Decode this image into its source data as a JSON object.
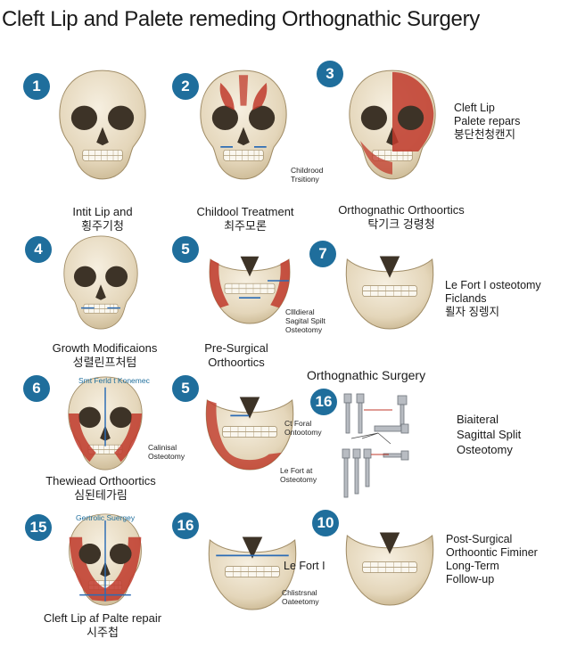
{
  "title": "Cleft Lip and Palete remeding Orthognathic Surgery",
  "colors": {
    "badge": "#1f6e9c",
    "bone": "#e8dcc4",
    "muscle": "#c0392b",
    "screw": "#2a6bb5"
  },
  "panels": [
    {
      "badge": "1",
      "caption": [
        "Intit Lip and",
        "횡주기청"
      ],
      "notes": []
    },
    {
      "badge": "2",
      "caption": [
        "Childool Treatment",
        "최주모론"
      ],
      "notes": [
        "Childrood",
        "Trsitiony"
      ]
    },
    {
      "badge": "3",
      "caption": [
        "Orthognathic Orthoortics",
        "탁기크 겅령청"
      ],
      "notes": [
        "Cleft Lip",
        "Palete repars",
        "붕단천청캔지"
      ]
    },
    {
      "badge": "4",
      "caption": [
        "Growth Modificaions",
        "성렬린프처텀"
      ],
      "notes": []
    },
    {
      "badge": "5",
      "caption": [
        "Pre-Surgical",
        "Orthoortics"
      ],
      "notes": [
        "Cllldieral",
        "Sagital Spilt",
        "Osteotomy"
      ]
    },
    {
      "badge": "7",
      "caption": [],
      "notes": [
        "Le Fort I osteotomy",
        "Ficlands",
        "뢸자 징렝지"
      ]
    },
    {
      "badge": "6",
      "caption": [
        "Thewiead Orthoortics",
        "심된테가림"
      ],
      "notes": [
        "Smt Ferld t Konemec",
        "Calinisal",
        "Osteotomy"
      ]
    },
    {
      "badge": "5",
      "caption": [],
      "notes": [
        "Ct Foral",
        "Ontootomy",
        "Le Fort at",
        "Osteotomy"
      ]
    },
    {
      "badge": "16",
      "caption": [],
      "notes": []
    },
    {
      "badge": "15",
      "caption": [
        "Cleft Lip af Palte repair",
        "시주첩"
      ],
      "notes": [
        "Gertrolic Suergey"
      ]
    },
    {
      "badge": "16",
      "caption": [],
      "notes": [
        "Le Fort I",
        "Chlistrsnal",
        "Oateetomy"
      ]
    },
    {
      "badge": "10",
      "caption": [],
      "notes": [
        "Post-Surgical",
        "Orthoontic Fiminer",
        "Long-Term",
        "Follow-up"
      ]
    }
  ],
  "tools": {
    "heading": "Orthognathic Surgery",
    "labels": [
      "Biaiteral",
      "Sagittal Split",
      "Osteotomy"
    ]
  }
}
